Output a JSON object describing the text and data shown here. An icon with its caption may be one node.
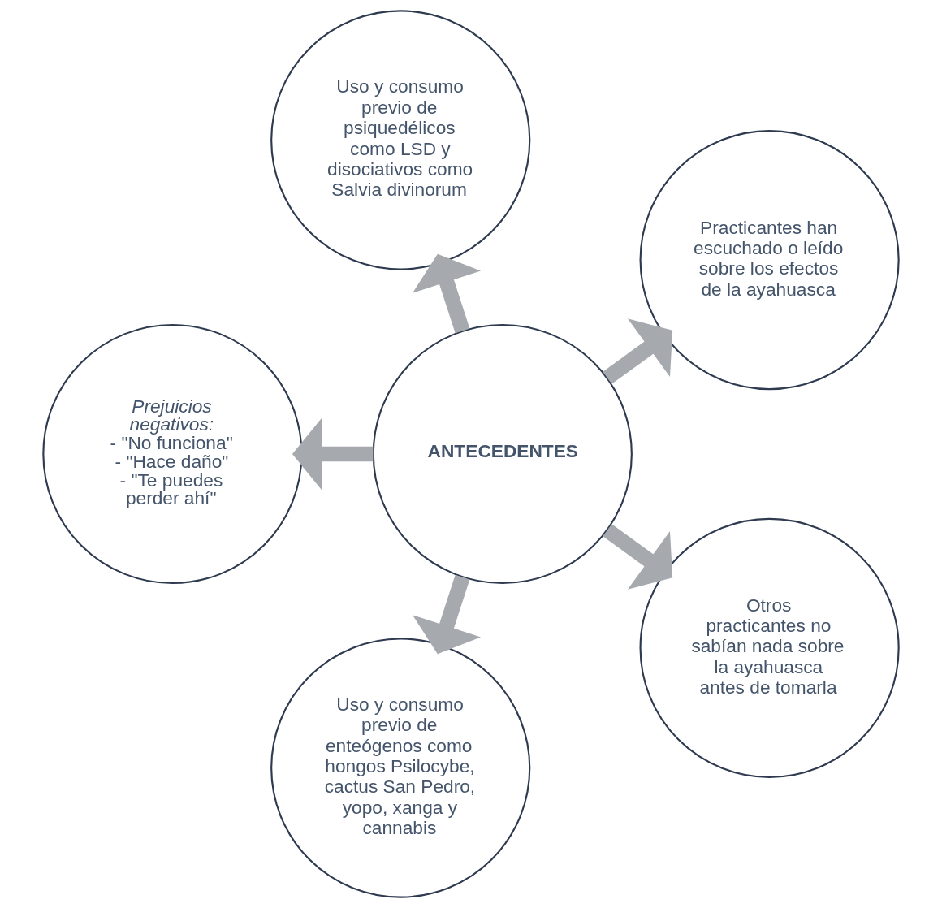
{
  "diagram": {
    "nodes": [
      {
        "text": [
          "ANTECEDENTES"
        ]
      },
      {
        "text": [
          "Practicantes han escuchado o leído sobre los efectos de la ayahuasca"
        ]
      },
      {
        "text": [
          "Uso y consumo previo de psiquedélicos como LSD y disociativos como Salvia divinorum"
        ]
      },
      {
        "text": [
          "Prejuicios negativos:",
          "- \"No funciona\"",
          "- \"Hace daño\"",
          "- \"Te puedes perder ahí\""
        ]
      },
      {
        "text": [
          "Uso y consumo previo de enteógenos como hongos Psilocybe, cactus San Pedro, yopo, xanga y cannabis"
        ]
      },
      {
        "text": [
          "Otros practicantes no sabían nada sobre la ayahuasca antes de tomarla"
        ]
      }
    ],
    "edges": [
      {
        "from": 0,
        "to": 1,
        "arrow": "to"
      },
      {
        "from": 0,
        "to": 3,
        "arrow": "to"
      },
      {
        "from": 0,
        "to": 5,
        "arrow": "to"
      },
      {
        "from": 0,
        "to": 4,
        "arrow": "to"
      },
      {
        "from": 0,
        "to": 2,
        "arrow": "to"
      }
    ]
  }
}
